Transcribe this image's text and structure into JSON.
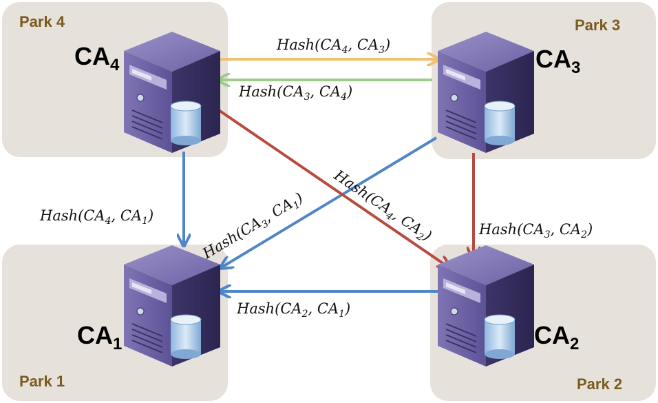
{
  "parks": [
    {
      "id": "park4",
      "label": "Park 4"
    },
    {
      "id": "park3",
      "label": "Park 3"
    },
    {
      "id": "park1",
      "label": "Park 1"
    },
    {
      "id": "park2",
      "label": "Park 2"
    }
  ],
  "servers": [
    {
      "id": "ca4",
      "label_main": "CA",
      "label_sub": "4"
    },
    {
      "id": "ca3",
      "label_main": "CA",
      "label_sub": "3"
    },
    {
      "id": "ca1",
      "label_main": "CA",
      "label_sub": "1"
    },
    {
      "id": "ca2",
      "label_main": "CA",
      "label_sub": "2"
    }
  ],
  "edges": [
    {
      "id": "ca4-ca3",
      "color": "#f0c070",
      "label": {
        "prefix": "Hash(CA",
        "a": "4",
        "mid": ", CA",
        "b": "3",
        "suffix": ")"
      }
    },
    {
      "id": "ca3-ca4",
      "color": "#9ccb8a",
      "label": {
        "prefix": "Hash(CA",
        "a": "3",
        "mid": ", CA",
        "b": "4",
        "suffix": ")"
      }
    },
    {
      "id": "ca4-ca1",
      "color": "#4f86c6",
      "label": {
        "prefix": "Hash(CA",
        "a": "4",
        "mid": ", CA",
        "b": "1",
        "suffix": ")"
      }
    },
    {
      "id": "ca3-ca1",
      "color": "#4f86c6",
      "label": {
        "prefix": "Hash(CA",
        "a": "3",
        "mid": ", CA",
        "b": "1",
        "suffix": ")"
      }
    },
    {
      "id": "ca4-ca2",
      "color": "#b84a3e",
      "label": {
        "prefix": "Hash(CA",
        "a": "4",
        "mid": ", CA",
        "b": "2",
        "suffix": ")"
      }
    },
    {
      "id": "ca3-ca2",
      "color": "#b84a3e",
      "label": {
        "prefix": "Hash(CA",
        "a": "3",
        "mid": ", CA",
        "b": "2",
        "suffix": ")"
      }
    },
    {
      "id": "ca2-ca1",
      "color": "#4f86c6",
      "label": {
        "prefix": "Hash(CA",
        "a": "2",
        "mid": ", CA",
        "b": "1",
        "suffix": ")"
      }
    }
  ]
}
